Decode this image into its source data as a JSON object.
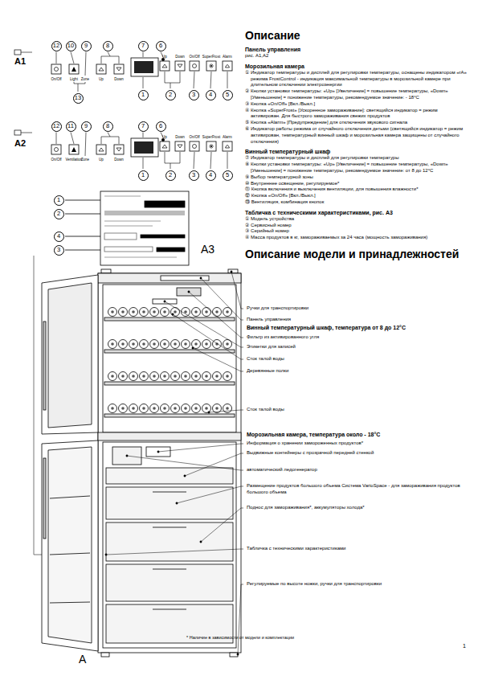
{
  "diagram": {
    "title": "Описание",
    "nodes": [
      {
        "text": [
          "12"
        ]
      },
      {
        "text": [
          "10"
        ]
      },
      {
        "text": [
          "9"
        ]
      },
      {
        "text": [
          "8"
        ]
      },
      {
        "text": [
          "7"
        ]
      },
      {
        "text": [
          "6"
        ]
      },
      {
        "text": [
          "1"
        ]
      },
      {
        "text": [
          "2"
        ]
      },
      {
        "text": [
          "3"
        ]
      },
      {
        "text": [
          "4"
        ]
      },
      {
        "text": [
          "5"
        ]
      },
      {
        "text": [
          "13"
        ]
      },
      {
        "text": [
          "12"
        ]
      },
      {
        "text": [
          "11"
        ]
      },
      {
        "text": [
          "9"
        ]
      },
      {
        "text": [
          "8"
        ]
      },
      {
        "text": [
          "7"
        ]
      },
      {
        "text": [
          "6"
        ]
      },
      {
        "text": [
          "1"
        ]
      },
      {
        "text": [
          "2"
        ]
      },
      {
        "text": [
          "3"
        ]
      },
      {
        "text": [
          "4"
        ]
      },
      {
        "text": [
          "5"
        ]
      },
      {
        "text": [
          "1"
        ]
      },
      {
        "text": [
          "2"
        ]
      },
      {
        "text": [
          "4"
        ]
      },
      {
        "text": [
          "3"
        ]
      }
    ],
    "labels": [
      "A1",
      "On/Off",
      "Light",
      "Zone",
      "Up",
      "Down",
      "Up",
      "Down",
      "On/Off",
      "SuperFrost",
      "Alarm",
      "A2",
      "On/Off",
      "Ventilation",
      "Zone",
      "Up",
      "Down",
      "Up",
      "Down",
      "On/Off",
      "SuperFrost",
      "Alarm",
      "A3",
      "A",
      "Панель управления",
      "рис. A1,A2",
      "Морозильная камера",
      "① Индикатор температуры и дисплей для регулировки температуры, оснащены индикатором «rA» режима FrostControl - индикация максимальной температуры в морозильной камере при длительном отключении электроэнергии",
      "② Кнопки установки температуры: «Up» [Увеличение] = повышение температуры, «Down» [Уменьшение] = понижение температуры, рекомендуемое значение: - 18°C",
      "③ Кнопка «On/Off» [Вкл./Выкл.]",
      "④ Кнопка «SuperFrost» [Ускоренное замораживание]: светящийся индикатор = режим активирован. Для быстрого замораживания свежих продуктов",
      "⑤ Кнопка «Alarm» [Предупреждение] для отключения звукового сигнала",
      "⑥ Индикатор работы режима от случайного отключения детьми (светящийся индикатор = режим активирован, температурный винный шкаф и морозильная камера защищены от случайного отключения)",
      "Винный температурный шкаф",
      "⑦ Индикатор температуры и дисплей для регулировки температуры",
      "⑧ Кнопки установки температуры: «Up» [Увеличение] = повышение температуры, «Down» [Уменьшение] = понижение температуры, рекомендуемое значение: от 8 до 12°C",
      "⑨ Выбор температурной зоны",
      "⑩ Внутреннее освещение, регулируемое*",
      "⑪ Кнопка включения и выключения вентиляции, для повышения влажности*",
      "⑫ Кнопка «On/Off» [Вкл./Выкл.]",
      "⑬ Вентиляция, комбинация кнопок",
      "Табличка с техническими характеристиками, рис. A3",
      "① Модель устройства",
      "② Сервисный номер",
      "③ Серийный номер",
      "④ Масса продуктов в кг, замораживаемых за 24 часа (мощность замораживания)",
      "Описание модели и принадлежностей",
      "Ручки для транспортировки",
      "Панель управления",
      "Винный температурный шкаф, температура от 8 до 12°C",
      "Фильтр из активированного угля",
      "Этикетки для записей",
      "Сток талой воды",
      "Деревянные полки",
      "Сток талой воды",
      "Морозильная камера, температура около - 18°C",
      "Информация о хранении замороженных продуктов*",
      "Выдвижные контейнеры с прозрачной передней стенкой",
      "автоматический ледогенератор",
      "Размещение продуктов большого объема Система VarioSpace - для замораживания продуктов большого объема",
      "Поднос для замораживания*, аккумуляторы холода*",
      "Табличка с техническими характеристиками",
      "Регулируемые по высоте ножки, ручки для транспортировки",
      "* Наличие в зависимости от модели и комплектации",
      "1"
    ]
  }
}
